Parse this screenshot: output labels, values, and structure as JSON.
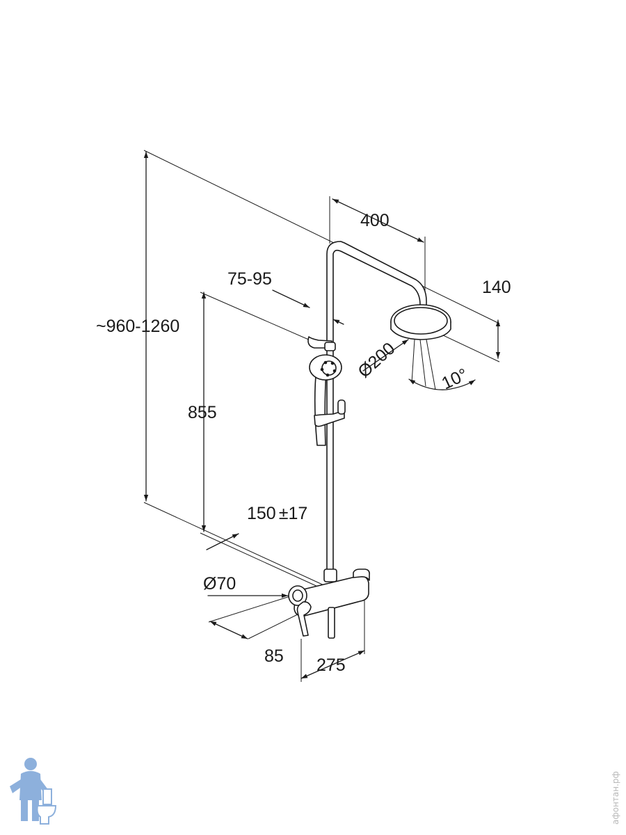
{
  "dimensions": {
    "overall_height": "~960-1260",
    "rail_height": "855",
    "arm_reach": "400",
    "head_height": "140",
    "holder_spacing": "75-95",
    "head_diameter": "Ø200",
    "tilt_angle": "10°",
    "inlet_spacing_value": "150",
    "inlet_spacing_sign": "±",
    "inlet_spacing_tol": "17",
    "flange_diameter": "Ø70",
    "projection": "85",
    "mixer_width": "275"
  },
  "watermark": {
    "text": "афонтан.рф"
  },
  "colors": {
    "line": "#1a1a1a",
    "logo": "#7aa3d6",
    "watermark": "#b8b8b8"
  }
}
